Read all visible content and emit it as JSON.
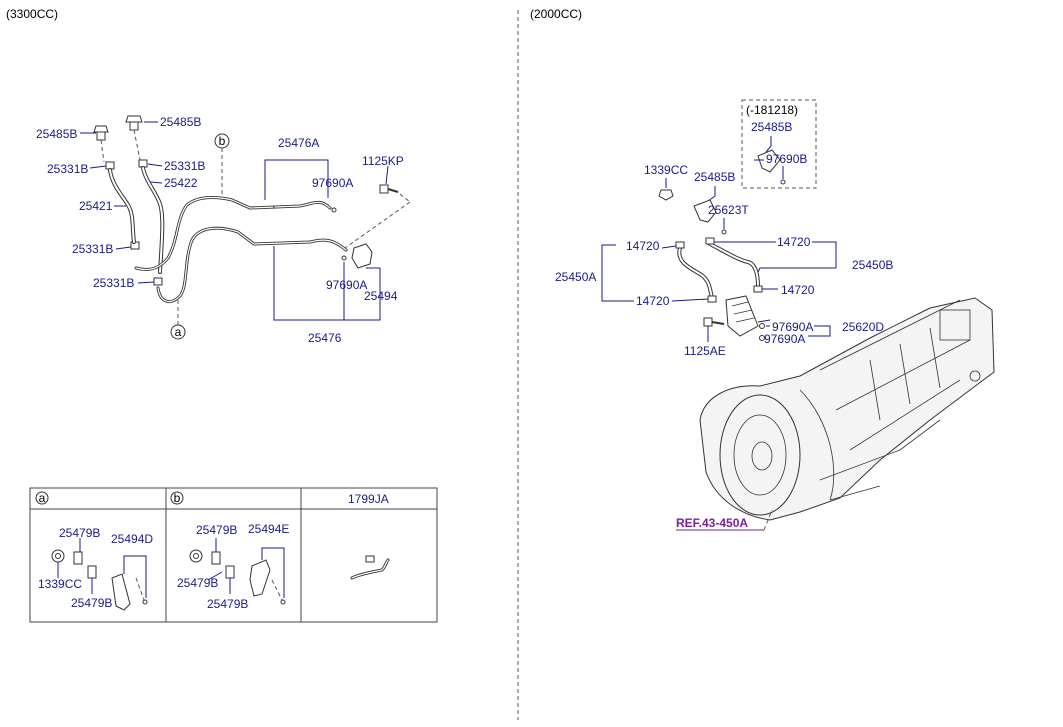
{
  "headers": {
    "left_engine": "(3300CC)",
    "right_engine": "(2000CC)"
  },
  "left": {
    "callouts": {
      "a": "a",
      "b": "b"
    },
    "labels": {
      "p25485B_l": "25485B",
      "p25485B_r": "25485B",
      "p25331B_1": "25331B",
      "p25331B_2": "25331B",
      "p25331B_3": "25331B",
      "p25331B_4": "25331B",
      "p25422": "25422",
      "p25421": "25421",
      "p25476A": "25476A",
      "p1125KP": "1125KP",
      "p97690A_1": "97690A",
      "p97690A_2": "97690A",
      "p25494": "25494",
      "p25476": "25476"
    }
  },
  "table": {
    "headers": [
      "a",
      "b",
      "1799JA"
    ],
    "cell_a": {
      "p25479B_1": "25479B",
      "p25494D": "25494D",
      "p1339CC": "1339CC",
      "p25479B_2": "25479B"
    },
    "cell_b": {
      "p25479B_1": "25479B",
      "p25494E": "25494E",
      "p25479B_2": "25479B",
      "p25479B_3": "25479B"
    }
  },
  "right": {
    "labels": {
      "p181218": "(-181218)",
      "p25485B_box": "25485B",
      "p97690B": "97690B",
      "p1339CC": "1339CC",
      "p25485B": "25485B",
      "p25623T": "25623T",
      "p14720_1": "14720",
      "p14720_2": "14720",
      "p14720_3": "14720",
      "p14720_4": "14720",
      "p25450A": "25450A",
      "p25450B": "25450B",
      "p97690A_1": "97690A",
      "p97690A_2": "97690A",
      "p25620D": "25620D",
      "p1125AE": "1125AE",
      "ref": "REF.43-450A"
    }
  },
  "colors": {
    "label_blue": "#1a1a8c",
    "ref_purple": "#7a1fa2",
    "line": "#333333"
  }
}
